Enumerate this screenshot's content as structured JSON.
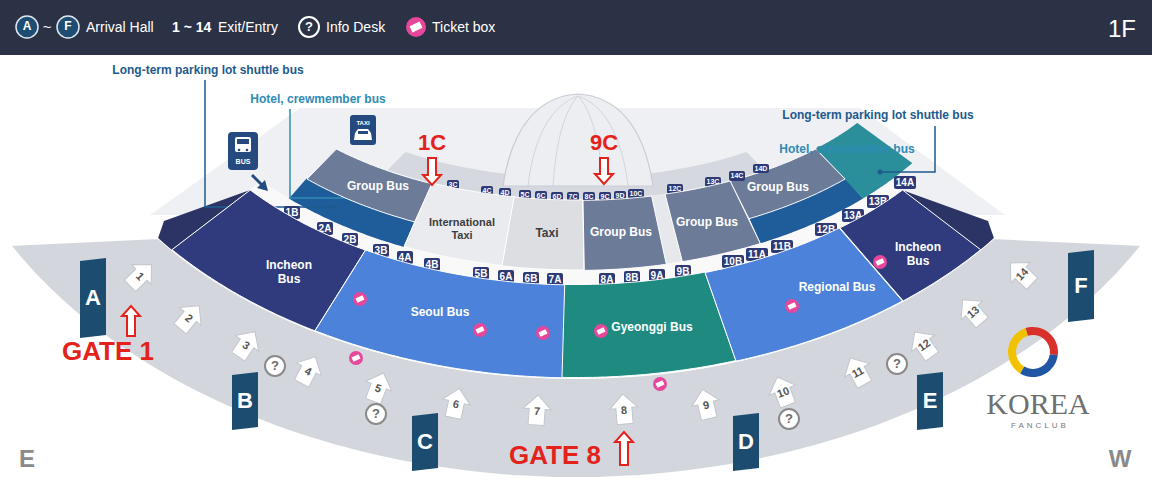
{
  "diagram": {
    "nodes": [
      {
        "text": [
          "Group Bus"
        ]
      },
      {
        "text": [
          "Group Bus"
        ]
      },
      {
        "text": [
          "3C"
        ]
      },
      {
        "text": [
          "4C"
        ]
      },
      {
        "text": [
          "4D"
        ]
      },
      {
        "text": [
          "5C"
        ]
      },
      {
        "text": [
          "6C"
        ]
      },
      {
        "text": [
          "6D"
        ]
      },
      {
        "text": [
          "7C"
        ]
      },
      {
        "text": [
          "8C"
        ]
      },
      {
        "text": [
          "9C"
        ]
      },
      {
        "text": [
          "9D"
        ]
      },
      {
        "text": [
          "10C"
        ]
      },
      {
        "text": [
          "12C"
        ]
      },
      {
        "text": [
          "13C"
        ]
      },
      {
        "text": [
          "14C"
        ]
      },
      {
        "text": [
          "14D"
        ]
      },
      {
        "text": [
          "International Taxi"
        ]
      },
      {
        "text": [
          "Taxi"
        ]
      },
      {
        "text": [
          "Group Bus"
        ]
      },
      {
        "text": [
          "Group Bus"
        ]
      },
      {
        "text": [
          "1B"
        ]
      },
      {
        "text": [
          "2A"
        ]
      },
      {
        "text": [
          "2B"
        ]
      },
      {
        "text": [
          "3B"
        ]
      },
      {
        "text": [
          "4A"
        ]
      },
      {
        "text": [
          "4B"
        ]
      },
      {
        "text": [
          "5B"
        ]
      },
      {
        "text": [
          "6A"
        ]
      },
      {
        "text": [
          "6B"
        ]
      },
      {
        "text": [
          "7A"
        ]
      },
      {
        "text": [
          "8A"
        ]
      },
      {
        "text": [
          "8B"
        ]
      },
      {
        "text": [
          "9A"
        ]
      },
      {
        "text": [
          "9B"
        ]
      },
      {
        "text": [
          "10B"
        ]
      },
      {
        "text": [
          "11A"
        ]
      },
      {
        "text": [
          "11B"
        ]
      },
      {
        "text": [
          "12B"
        ]
      },
      {
        "text": [
          "13A"
        ]
      },
      {
        "text": [
          "13B"
        ]
      },
      {
        "text": [
          "14A"
        ]
      },
      {
        "text": [
          "Incheon Bus"
        ]
      },
      {
        "text": [
          "Incheon Bus"
        ]
      },
      {
        "text": [
          "Seoul Bus"
        ]
      },
      {
        "text": [
          "Gyeonggi Bus"
        ]
      },
      {
        "text": [
          "Regional Bus"
        ]
      },
      {
        "text": [
          "A"
        ]
      },
      {
        "text": [
          "B"
        ]
      },
      {
        "text": [
          "C"
        ]
      },
      {
        "text": [
          "D"
        ]
      },
      {
        "text": [
          "E"
        ]
      },
      {
        "text": [
          "F"
        ]
      }
    ],
    "labels": [
      "A",
      "~",
      "F",
      "1 ~ 14",
      "?",
      "1F",
      "Long-term parking lot shuttle bus",
      "Hotel, crewmember bus",
      "BUS",
      "TAXI",
      "1C",
      "9C",
      "Long-term parking lot shuttle bus",
      "Hotel, crewmember bus",
      "1",
      "2",
      "3",
      "4",
      "5",
      "6",
      "7",
      "8",
      "9",
      "10",
      "11",
      "12",
      "13",
      "14",
      "?",
      "?",
      "?",
      "?",
      "GATE 1",
      "GATE 8",
      "E",
      "W",
      "KOREA",
      "FANCLUB"
    ],
    "legend": [
      {
        "text": "Arrival Hall"
      },
      {
        "text": "Exit/Entry"
      },
      {
        "text": "Info Desk"
      },
      {
        "text": "Ticket box"
      }
    ]
  }
}
